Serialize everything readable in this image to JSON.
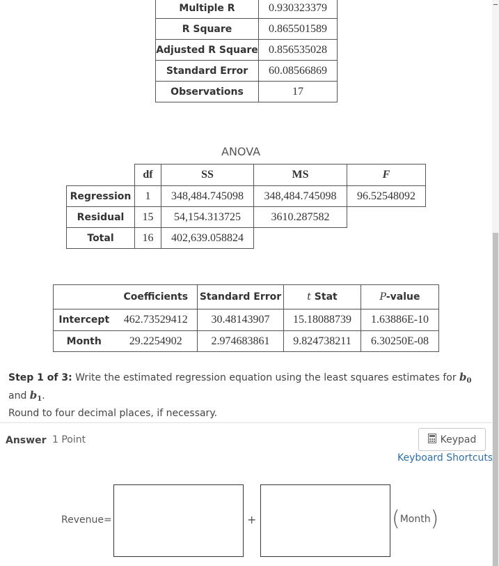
{
  "summary_table": {
    "rows": [
      {
        "label": "Multiple R",
        "value": "0.930323379"
      },
      {
        "label": "R Square",
        "value": "0.865501589"
      },
      {
        "label": "Adjusted R Square",
        "value": "0.856535028"
      },
      {
        "label": "Standard Error",
        "value": "60.08566869"
      },
      {
        "label": "Observations",
        "value": "17"
      }
    ]
  },
  "anova": {
    "title": "ANOVA",
    "headers": {
      "df": "df",
      "ss": "SS",
      "ms": "MS",
      "f": "F"
    },
    "rows": [
      {
        "label": "Regression",
        "df": "1",
        "ss": "348,484.745098",
        "ms": "348,484.745098",
        "f": "96.52548092"
      },
      {
        "label": "Residual",
        "df": "15",
        "ss": "54,154.313725",
        "ms": "3610.287582"
      },
      {
        "label": "Total",
        "df": "16",
        "ss": "402,639.058824"
      }
    ]
  },
  "coef_table": {
    "headers": {
      "coef": "Coefficients",
      "se": "Standard Error",
      "t_italic": "t",
      "t_rest": " Stat",
      "p_italic": "P",
      "p_rest": "-value"
    },
    "rows": [
      {
        "label": "Intercept",
        "coef": "462.73529412",
        "se": "30.48143907",
        "t": "15.18088739",
        "p": "1.63886E-10"
      },
      {
        "label": "Month",
        "coef": "29.2254902",
        "se": "2.974683861",
        "t": "9.824738211",
        "p": "6.30250E-08"
      }
    ]
  },
  "step": {
    "prefix": "Step 1 of 3:",
    "text": " Write the estimated regression equation using the least squares estimates for ",
    "b0": "b",
    "b0_sub": "0",
    "and": " and ",
    "b1": "b",
    "b1_sub": "1",
    "end": ".",
    "line2": "Round to four decimal places, if necessary."
  },
  "answer": {
    "label": "Answer",
    "points": "1 Point",
    "keypad_label": "Keypad",
    "keypad_icon": "calculator-icon",
    "shortcuts_label": "Keyboard Shortcuts",
    "equation_lhs": "Revenue=",
    "plus": "+",
    "month_label": "Month",
    "input1_value": "",
    "input2_value": ""
  },
  "colors": {
    "link": "#2f6fa7",
    "border": "#555555",
    "text": "#333333"
  }
}
